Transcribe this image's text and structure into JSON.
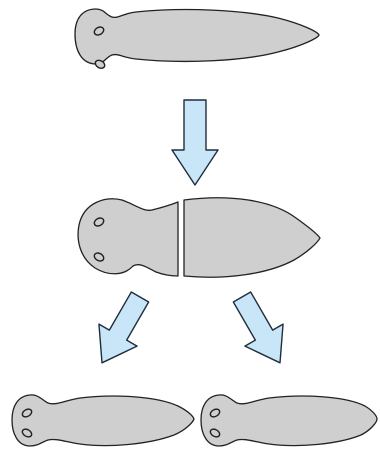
{
  "diagram": {
    "kind": "planarian regeneration",
    "colors": {
      "body_fill": "#cfcfcf",
      "body_stroke": "#222222",
      "arrow_fill": "#c8e6f8",
      "arrow_stroke": "#1f2d3d",
      "eye_stroke": "#222222"
    },
    "stages": [
      {
        "name": "intact-worm"
      },
      {
        "name": "cut-head-fragment"
      },
      {
        "name": "cut-tail-fragment"
      },
      {
        "name": "regenerated-worm-left"
      },
      {
        "name": "regenerated-worm-right"
      }
    ],
    "arrows": [
      {
        "name": "arrow-down"
      },
      {
        "name": "arrow-down-left"
      },
      {
        "name": "arrow-down-right"
      }
    ]
  }
}
